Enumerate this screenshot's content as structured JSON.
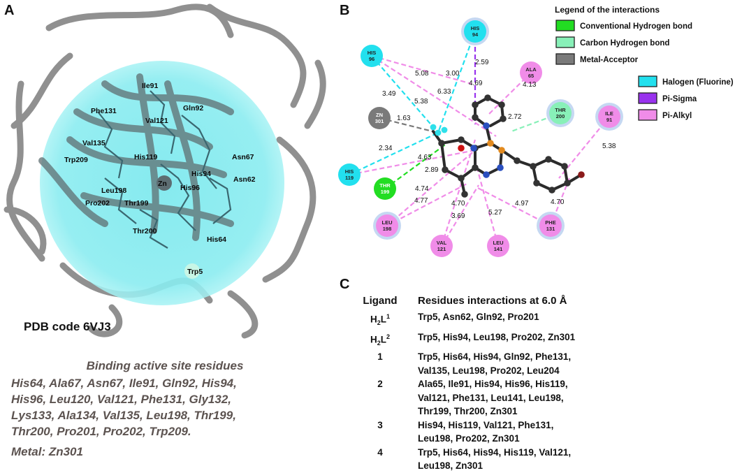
{
  "panels": {
    "a": "A",
    "b": "B",
    "c": "C"
  },
  "panel_a": {
    "residue_labels": [
      "Ile91",
      "Gln92",
      "Phe131",
      "Val121",
      "Asn67",
      "Val135",
      "His119",
      "Trp209",
      "His94",
      "Zn",
      "Asn62",
      "His96",
      "Leu198",
      "Pro202",
      "Thr199",
      "Thr200",
      "His64",
      "Trp5"
    ],
    "pdb_code": "PDB code 6VJ3",
    "binding_title": "Binding active site residues",
    "binding_lines": [
      "His64, Ala67, Asn67, Ile91, Gln92, His94,",
      "His96, Leu120, Val121, Phe131, Gly132,",
      "Lys133, Ala134, Val135, Leu198, Thr199,",
      "Thr200, Pro201, Pro202, Trp209."
    ],
    "metal": "Metal: Zn301"
  },
  "panel_b": {
    "legend_title": "Legend of the interactions",
    "legend": [
      {
        "label": "Conventional Hydrogen bond",
        "color": "#22dd22"
      },
      {
        "label": "Carbon Hydrogen bond",
        "color": "#88f0b8"
      },
      {
        "label": "Metal-Acceptor",
        "color": "#7a7a7a"
      },
      {
        "label": "Halogen (Fluorine)",
        "color": "#22e0ee"
      },
      {
        "label": "Pi-Sigma",
        "color": "#9933ee"
      },
      {
        "label": "Pi-Alkyl",
        "color": "#f08ce8"
      }
    ],
    "residues": [
      {
        "l1": "HIS",
        "l2": "94"
      },
      {
        "l1": "HIS",
        "l2": "96"
      },
      {
        "l1": "ALA",
        "l2": "65"
      },
      {
        "l1": "ZN",
        "l2": "301"
      },
      {
        "l1": "THR",
        "l2": "200"
      },
      {
        "l1": "ILE",
        "l2": "91"
      },
      {
        "l1": "HIS",
        "l2": "119"
      },
      {
        "l1": "THR",
        "l2": "199"
      },
      {
        "l1": "LEU",
        "l2": "198"
      },
      {
        "l1": "VAL",
        "l2": "121"
      },
      {
        "l1": "LEU",
        "l2": "141"
      },
      {
        "l1": "PHE",
        "l2": "131"
      }
    ],
    "distances": [
      "2.59",
      "4.69",
      "3.00",
      "5.08",
      "6.33",
      "5.38",
      "3.49",
      "4.13",
      "2.72",
      "1.63",
      "5.38",
      "2.34",
      "4.63",
      "2.89",
      "4.74",
      "4.77",
      "4.70",
      "3.69",
      "5.27",
      "4.97",
      "4.70"
    ]
  },
  "panel_c": {
    "col_ligand": "Ligand",
    "col_residues": "Residues interactions at 6.0 Å",
    "rows": [
      {
        "ligand_base": "H",
        "ligand_sub": "2",
        "ligand_mid": "L",
        "ligand_sup": "1",
        "lines": [
          "Trp5, Asn62, Gln92, Pro201"
        ]
      },
      {
        "ligand_base": "H",
        "ligand_sub": "2",
        "ligand_mid": "L",
        "ligand_sup": "2",
        "lines": [
          "Trp5, His94, Leu198, Pro202, Zn301"
        ]
      },
      {
        "ligand": "1",
        "lines": [
          "Trp5, His64, His94, Gln92, Phe131,",
          "Val135, Leu198, Pro202, Leu204"
        ]
      },
      {
        "ligand": "2",
        "lines": [
          "Ala65, Ile91, His94, His96, His119,",
          "Val121, Phe131, Leu141, Leu198,",
          "Thr199, Thr200, Zn301"
        ]
      },
      {
        "ligand": "3",
        "lines": [
          "His94, His119, Val121, Phe131,",
          "Leu198, Pro202, Zn301"
        ]
      },
      {
        "ligand": "4",
        "lines": [
          "Trp5, His64, His94, His119, Val121,",
          "Leu198, Zn301"
        ]
      }
    ]
  }
}
